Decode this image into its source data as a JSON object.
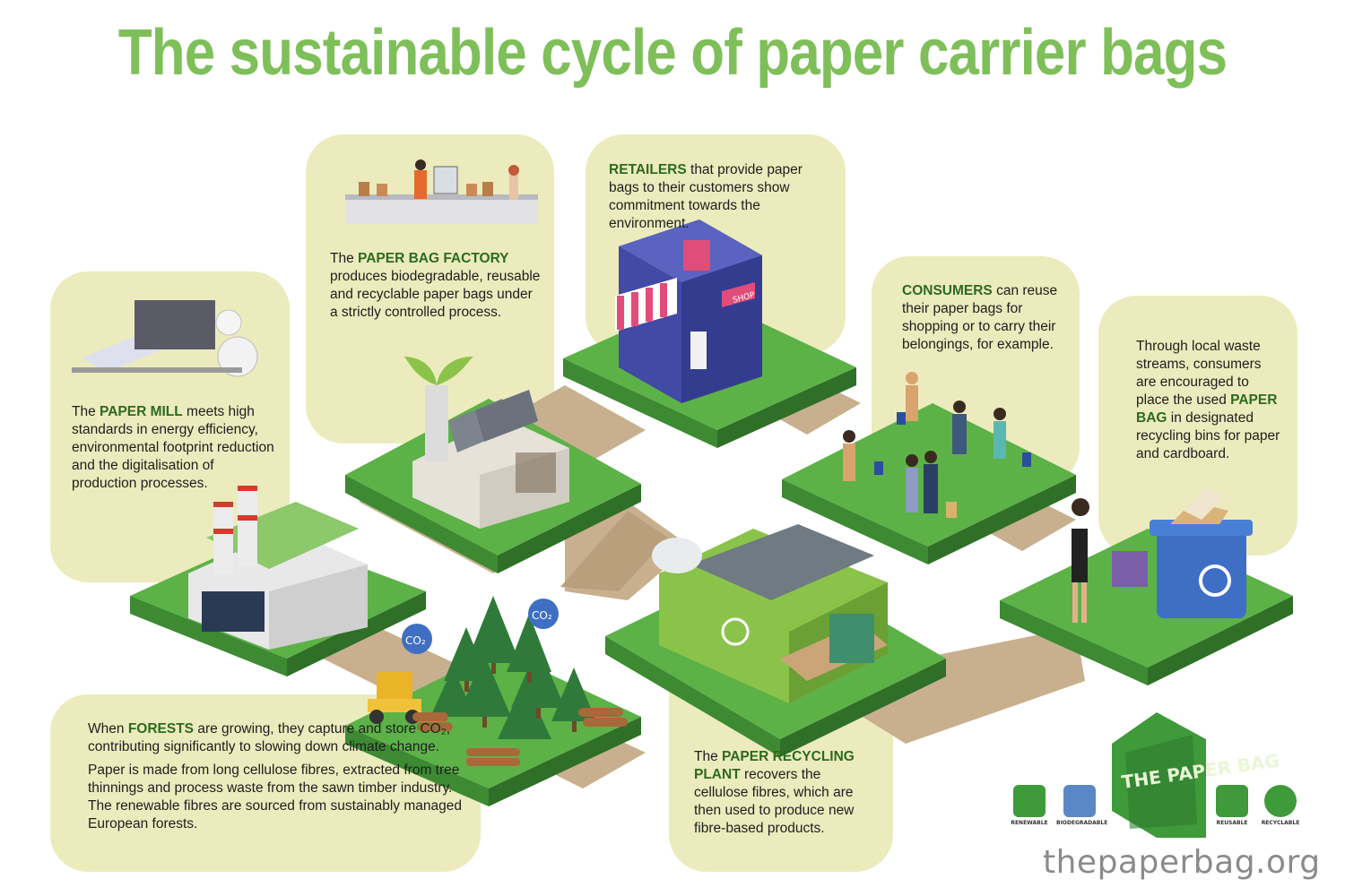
{
  "title": "The sustainable cycle of paper carrier bags",
  "cards": {
    "paper_mill": {
      "highlight": "PAPER MILL",
      "before": "The ",
      "after": " meets high standards in energy efficiency, environmental footprint reduction and the digitalisation of production processes."
    },
    "paper_bag_factory": {
      "highlight": "PAPER BAG FACTORY",
      "before": "The ",
      "after": " produces biodegradable, reusable and recyclable paper bags under a strictly controlled process."
    },
    "retailers": {
      "highlight": "RETAILERS",
      "before": "",
      "after": " that provide paper bags to their customers show commitment towards the environment."
    },
    "consumers": {
      "highlight": "CONSUMERS",
      "before": "",
      "after": " can reuse their paper bags for shopping or to carry their belongings, for example."
    },
    "recycling_bins": {
      "before": "Through local waste streams, consumers are encouraged to place the used ",
      "highlight": "PAPER BAG",
      "after": " in designated recycling bins for paper and cardboard."
    },
    "forests": {
      "before": "When ",
      "highlight": "FORESTS",
      "after": " are growing, they capture and store CO₂, contributing significantly to slowing down climate change.",
      "extra": "Paper is made from long cellulose fibres, extracted from tree thinnings and process waste from the sawn timber industry. The renewable fibres are sourced from sustainably managed European forests."
    },
    "recycling_plant": {
      "before": "The ",
      "highlight": "PAPER RECYCLING PLANT",
      "after": " recovers the cellulose fibres, which are then used to produce new fibre-based products."
    }
  },
  "labels": {
    "shop_sign": "SHOP",
    "co2_a": "CO₂",
    "co2_b": "CO₂"
  },
  "logo": {
    "text": "THE PAPER BAG",
    "url": "thepaperbag.org"
  },
  "badges": [
    "RENEWABLE",
    "BIODEGRADABLE",
    "REUSABLE",
    "RECYCLABLE"
  ],
  "colors": {
    "title": "#7fbf5a",
    "card": "#ecebbd",
    "grass": "#5cb247",
    "path": "#c8b08f",
    "highlight": "#2d6a1f"
  }
}
